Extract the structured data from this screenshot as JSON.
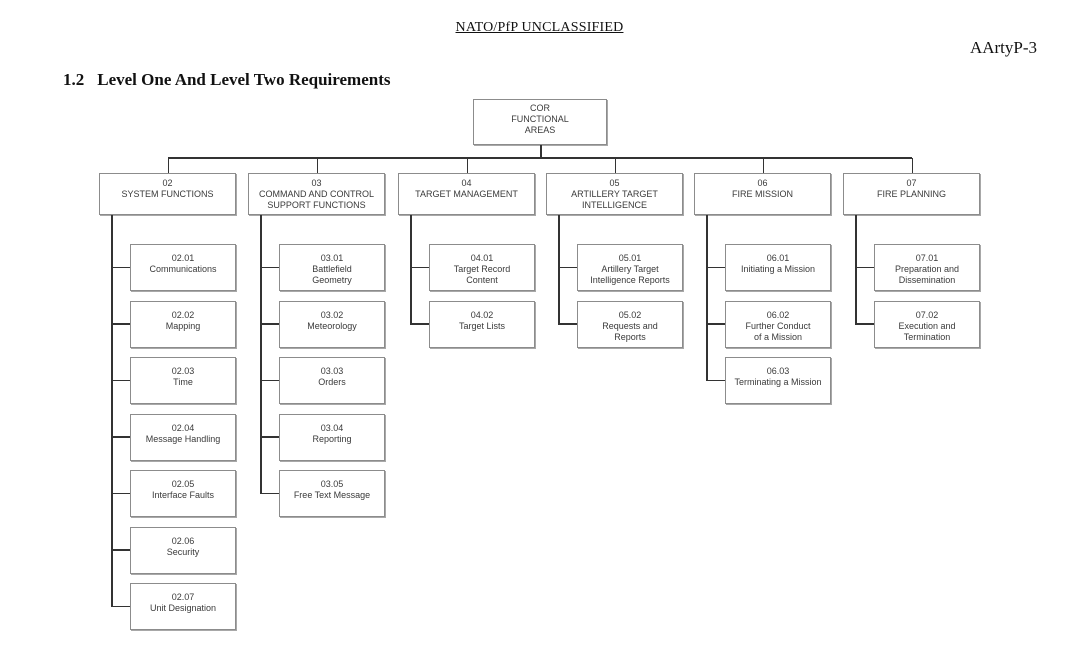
{
  "page": {
    "classification": "NATO/PfP UNCLASSIFIED",
    "document_ref": "AArtyP-3",
    "section_number": "1.2",
    "section_title": "Level One And Level Two Requirements"
  },
  "colors": {
    "box_border": "#8c8c8c",
    "box_shadow": "#a8a8a8",
    "connector_line": "#333333",
    "box_text": "#3a3a3a",
    "page_text": "#111111",
    "background": "#ffffff"
  },
  "diagram": {
    "root": {
      "label": "COR\nFUNCTIONAL\nAREAS"
    },
    "columns": [
      {
        "code": "02",
        "title": "SYSTEM FUNCTIONS",
        "children": [
          {
            "code": "02.01",
            "label": "Communications"
          },
          {
            "code": "02.02",
            "label": "Mapping"
          },
          {
            "code": "02.03",
            "label": "Time"
          },
          {
            "code": "02.04",
            "label": "Message Handling"
          },
          {
            "code": "02.05",
            "label": "Interface Faults"
          },
          {
            "code": "02.06",
            "label": "Security"
          },
          {
            "code": "02.07",
            "label": "Unit Designation"
          }
        ]
      },
      {
        "code": "03",
        "title": "COMMAND AND CONTROL\nSUPPORT FUNCTIONS",
        "children": [
          {
            "code": "03.01",
            "label": "Battlefield\nGeometry"
          },
          {
            "code": "03.02",
            "label": "Meteorology"
          },
          {
            "code": "03.03",
            "label": "Orders"
          },
          {
            "code": "03.04",
            "label": "Reporting"
          },
          {
            "code": "03.05",
            "label": "Free Text Message"
          }
        ]
      },
      {
        "code": "04",
        "title": "TARGET MANAGEMENT",
        "children": [
          {
            "code": "04.01",
            "label": "Target Record\nContent"
          },
          {
            "code": "04.02",
            "label": "Target Lists"
          }
        ]
      },
      {
        "code": "05",
        "title": "ARTILLERY  TARGET\nINTELLIGENCE",
        "children": [
          {
            "code": "05.01",
            "label": "Artillery Target\nIntelligence Reports"
          },
          {
            "code": "05.02",
            "label": "Requests and\nReports"
          }
        ]
      },
      {
        "code": "06",
        "title": "FIRE MISSION",
        "children": [
          {
            "code": "06.01",
            "label": "Initiating a Mission"
          },
          {
            "code": "06.02",
            "label": "Further Conduct\nof a Mission"
          },
          {
            "code": "06.03",
            "label": "Terminating a Mission"
          }
        ]
      },
      {
        "code": "07",
        "title": "FIRE PLANNING",
        "children": [
          {
            "code": "07.01",
            "label": "Preparation and\nDissemination"
          },
          {
            "code": "07.02",
            "label": "Execution and\nTermination"
          }
        ]
      }
    ]
  }
}
